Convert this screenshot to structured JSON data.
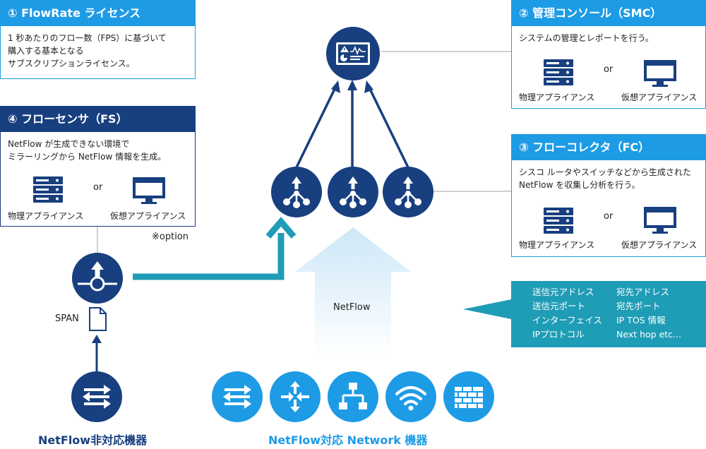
{
  "boxes": {
    "flowrate": {
      "title": "① FlowRate ライセンス",
      "body": [
        "1 秒あたりのフロー数（FPS）に基づいて",
        "購入する基本となる",
        "サブスクリプションライセンス。"
      ]
    },
    "smc": {
      "title": "② 管理コンソール（SMC）",
      "body": [
        "システムの管理とレポートを行う。"
      ],
      "physical": "物理アプライアンス",
      "or": "or",
      "virtual": "仮想アプライアンス"
    },
    "fc": {
      "title": "③ フローコレクタ（FC）",
      "body": [
        "シスコ ルータやスイッチなどから生成された",
        "NetFlow を収集し分析を行う。"
      ],
      "physical": "物理アプライアンス",
      "or": "or",
      "virtual": "仮想アプライアンス"
    },
    "fs": {
      "title": "④ フローセンサ（FS）",
      "body": [
        "NetFlow が生成できない環境で",
        "ミラーリングから NetFlow 情報を生成。"
      ],
      "physical": "物理アプライアンス",
      "or": "or",
      "virtual": "仮想アプライアンス"
    }
  },
  "labels": {
    "option": "※option",
    "span": "SPAN",
    "netflow": "NetFlow",
    "non_netflow_devices": "NetFlow非対応機器",
    "netflow_devices": "NetFlow対応 Network 機器"
  },
  "fields": {
    "left": [
      "送信元アドレス",
      "送信元ポート",
      "インターフェイス",
      "IPプロトコル"
    ],
    "right": [
      "宛先アドレス",
      "宛先ポート",
      "IP TOS 情報",
      "Next hop etc..."
    ]
  },
  "colors": {
    "blue": "#1e9be5",
    "navy": "#183f7f",
    "teal": "#1f9cb6",
    "light_blue": "#cde7f8"
  },
  "icons": {
    "smc": "dashboard-icon",
    "collector": "collector-icon",
    "sensor": "sensor-icon",
    "server": "server-icon",
    "monitor": "monitor-icon",
    "file": "file-icon",
    "switch": "switch-icon",
    "router": "router-icon",
    "network": "network-icon",
    "wireless": "wireless-icon",
    "firewall": "firewall-icon"
  }
}
